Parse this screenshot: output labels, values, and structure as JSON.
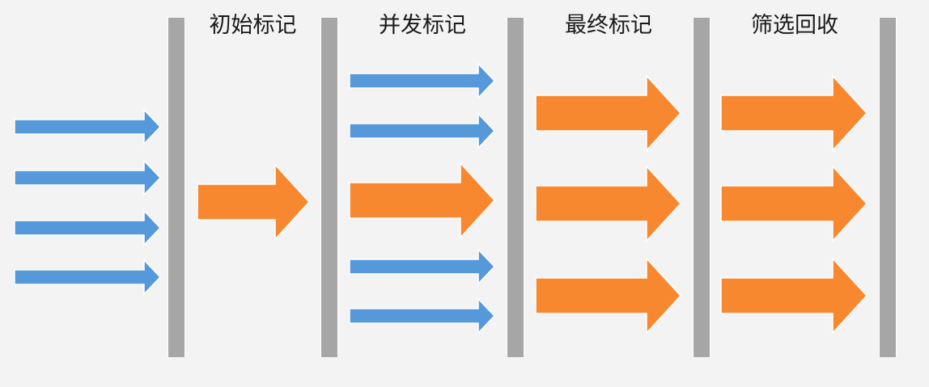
{
  "phases": [
    {
      "label": "初始标记"
    },
    {
      "label": "并发标记"
    },
    {
      "label": "最终标记"
    },
    {
      "label": "筛选回收"
    }
  ],
  "colors": {
    "application_thread": "#5599db",
    "gc_thread": "#f7882f",
    "barrier": "#a6a6a6",
    "background": "#f3f3f3"
  },
  "arrows": [
    {
      "type": "application_thread",
      "segment": 0
    },
    {
      "type": "application_thread",
      "segment": 0
    },
    {
      "type": "application_thread",
      "segment": 0
    },
    {
      "type": "application_thread",
      "segment": 0
    },
    {
      "type": "gc_thread",
      "segment": 1
    },
    {
      "type": "application_thread",
      "segment": 2
    },
    {
      "type": "application_thread",
      "segment": 2
    },
    {
      "type": "gc_thread",
      "segment": 2
    },
    {
      "type": "application_thread",
      "segment": 2
    },
    {
      "type": "application_thread",
      "segment": 2
    },
    {
      "type": "gc_thread",
      "segment": 3
    },
    {
      "type": "gc_thread",
      "segment": 3
    },
    {
      "type": "gc_thread",
      "segment": 3
    },
    {
      "type": "gc_thread",
      "segment": 4
    },
    {
      "type": "gc_thread",
      "segment": 4
    },
    {
      "type": "gc_thread",
      "segment": 4
    }
  ]
}
